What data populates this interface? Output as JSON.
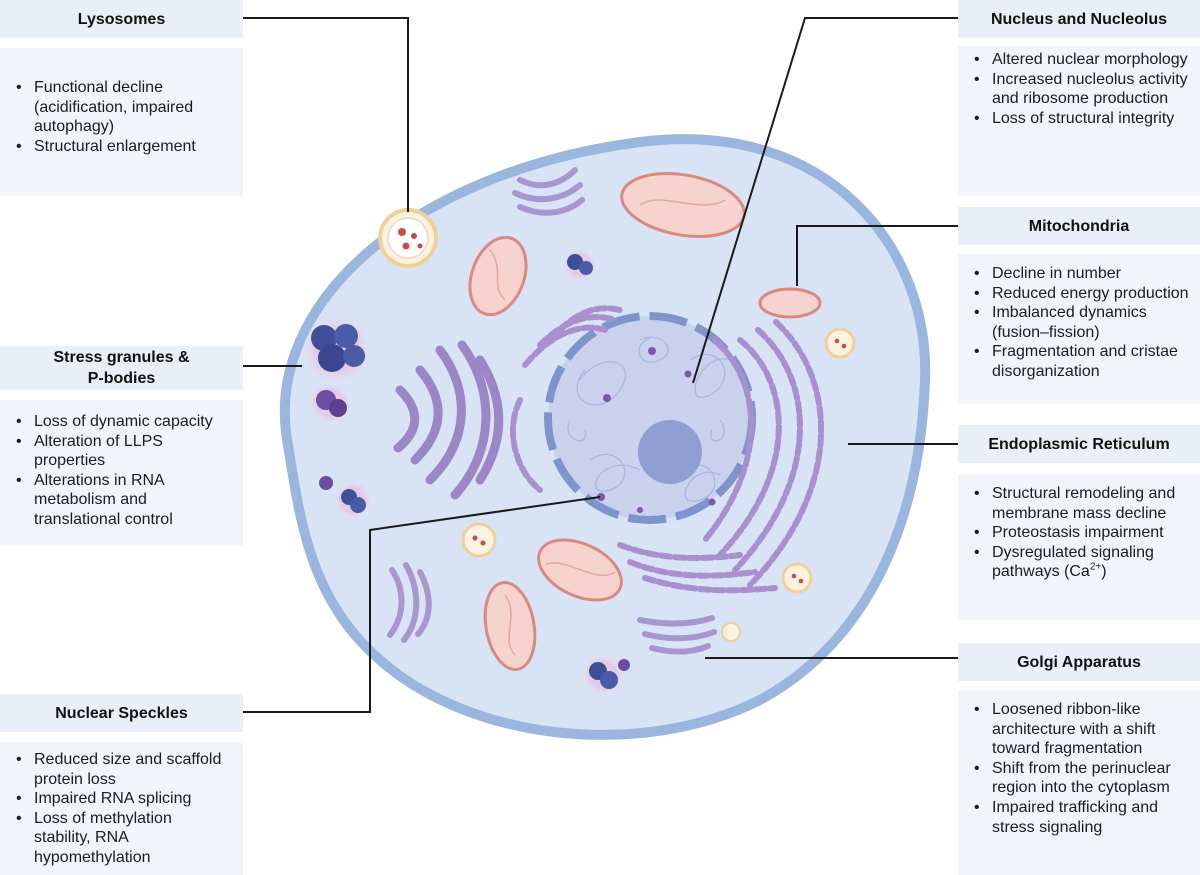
{
  "panels": {
    "lysosomes": {
      "title": "Lysosomes",
      "items": [
        "Functional decline (acidification, impaired autophagy)",
        "Structural enlargement"
      ]
    },
    "stress_granules": {
      "title_line1": "Stress granules &",
      "title_line2": "P-bodies",
      "items": [
        "Loss of dynamic capacity",
        "Alteration of LLPS properties",
        "Alterations in RNA metabolism and translational control"
      ]
    },
    "nuclear_speckles": {
      "title": "Nuclear Speckles",
      "items": [
        "Reduced size and scaffold protein loss",
        "Impaired RNA splicing",
        "Loss of methylation stability, RNA hypomethylation"
      ]
    },
    "nucleus": {
      "title": "Nucleus and Nucleolus",
      "items": [
        "Altered nuclear morphology",
        "Increased nucleolus activity and ribosome production",
        "Loss of structural integrity"
      ]
    },
    "mitochondria": {
      "title": "Mitochondria",
      "items": [
        "Decline in number",
        "Reduced energy production",
        "Imbalanced dynamics (fusion–fission)",
        "Fragmentation and cristae disorganization"
      ]
    },
    "er": {
      "title": "Endoplasmic Reticulum",
      "items": [
        "Structural remodeling and membrane mass decline",
        "Proteostasis impairment"
      ],
      "item3_text": "Dysregulated signaling pathways (Ca",
      "item3_sup": "2+",
      "item3_end": ")"
    },
    "golgi": {
      "title": "Golgi Apparatus",
      "items": [
        "Loosened ribbon-like architecture with a shift toward fragmentation",
        "Shift from the perinuclear region into the cytoplasm",
        "Impaired trafficking and stress signaling"
      ]
    }
  },
  "colors": {
    "title_bg": "#e9eef8",
    "body_bg": "#f1f4fa",
    "cell_fill": "#d6e3f5",
    "cell_border": "#8fb0dc",
    "nucleus_fill": "#c5cde8",
    "nucleolus": "#8f9fd4",
    "er_purple": "#a98fd0",
    "golgi_purple": "#9b86c6",
    "mito_fill": "#f6d3cf",
    "mito_stroke": "#d9897f",
    "granule_blue": "#3f4f97"
  }
}
